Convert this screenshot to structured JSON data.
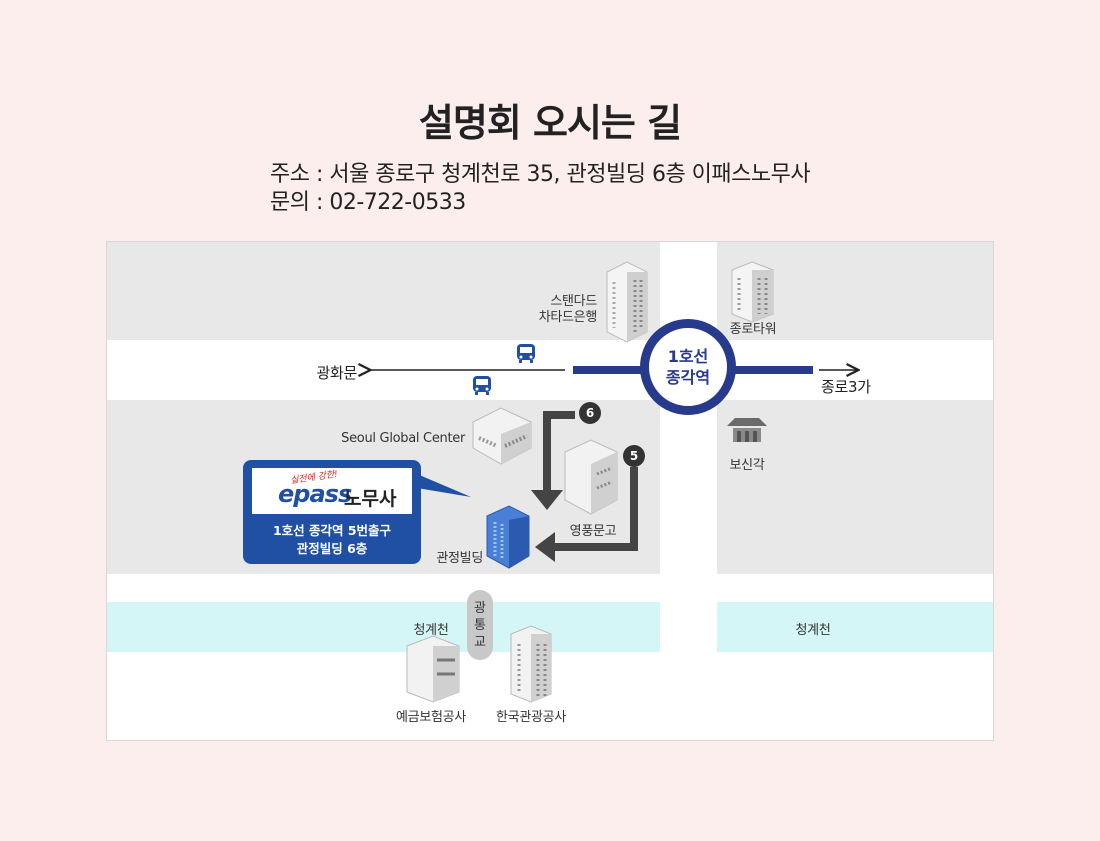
{
  "title": "설명회 오시는 길",
  "address": "주소 : 서울 종로구 청계천로 35, 관정빌딩 6층 이패스노무사",
  "contact": "문의 : 02-722-0533",
  "map": {
    "station_line": "1호선",
    "station_name": "종각역",
    "west_label": "광화문",
    "east_label": "종로3가",
    "exits": [
      "6",
      "5"
    ],
    "landmarks": {
      "standard_chartered_line1": "스탠다드",
      "standard_chartered_line2": "차타드은행",
      "jongro_tower": "종로타워",
      "seoul_global_center": "Seoul Global Center",
      "bosingak": "보신각",
      "youngpoong": "영풍문고",
      "gwanjeong": "관정빌딩",
      "cheonggyecheon_left": "청계천",
      "cheonggyecheon_right": "청계천",
      "bridge": [
        "광",
        "통",
        "교"
      ],
      "kdic": "예금보험공사",
      "kto": "한국관광공사"
    },
    "callout": {
      "slogan": "실전에 강한!",
      "brand": "epass",
      "brand_suffix": "노무사",
      "line1": "1호선 종각역 5번출구",
      "line2": "관정빌딩 6층"
    },
    "colors": {
      "subway_line": "#273a8c",
      "callout": "#2050a4",
      "stream": "#d5f6f6",
      "block": "#e8e8e8"
    }
  }
}
